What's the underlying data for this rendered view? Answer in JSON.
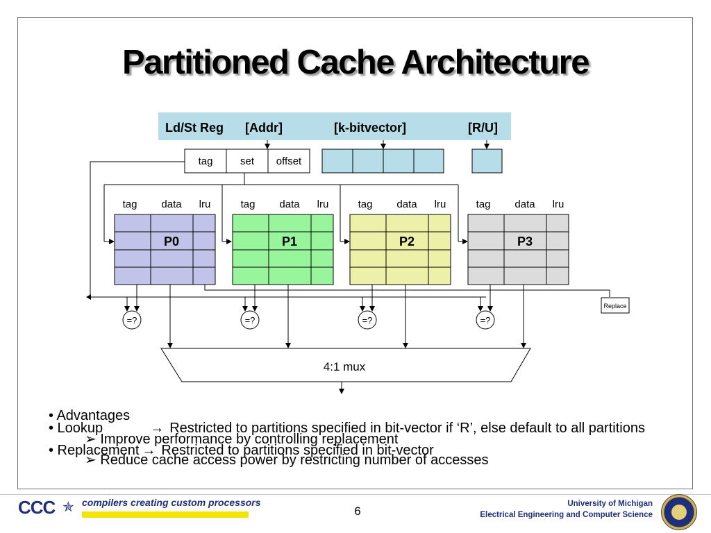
{
  "slide": {
    "title": "Partitioned Cache Architecture",
    "page_number": "6"
  },
  "diagram": {
    "register": {
      "label": "Ld/St Reg",
      "addr": "[Addr]",
      "bitvector": "[k-bitvector]",
      "ru": "[R/U]",
      "fill": "#b7dee8"
    },
    "address_fields": [
      "tag",
      "set",
      "offset"
    ],
    "partitions": [
      {
        "name": "P0",
        "fill": "#c1c3e8",
        "headers": [
          "tag",
          "data",
          "lru"
        ]
      },
      {
        "name": "P1",
        "fill": "#99f59b",
        "headers": [
          "tag",
          "data",
          "lru"
        ]
      },
      {
        "name": "P2",
        "fill": "#ecf0a8",
        "headers": [
          "tag",
          "data",
          "lru"
        ]
      },
      {
        "name": "P3",
        "fill": "#dcdcdc",
        "headers": [
          "tag",
          "data",
          "lru"
        ]
      }
    ],
    "comparator_label": "=?",
    "replace_label": "Replace",
    "mux_label": "4:1 mux"
  },
  "bullets": [
    {
      "text": "• Advantages"
    },
    {
      "text": "• Lookup",
      "arrow": "→",
      "detail": "Restricted to partitions specified in bit-vector if ‘R’, else default to all partitions"
    },
    {
      "text": "➢ Improve performance by controlling replacement"
    },
    {
      "text": "• Replacement",
      "arrow": "→",
      "detail": "Restricted to partitions specified in bit-vector"
    },
    {
      "text": "➢ Reduce cache access power by restricting number of accesses"
    }
  ],
  "footer": {
    "logo_text": "CCC",
    "tagline": "compilers creating custom processors",
    "university": "University of Michigan",
    "department": "Electrical Engineering and Computer Science"
  }
}
